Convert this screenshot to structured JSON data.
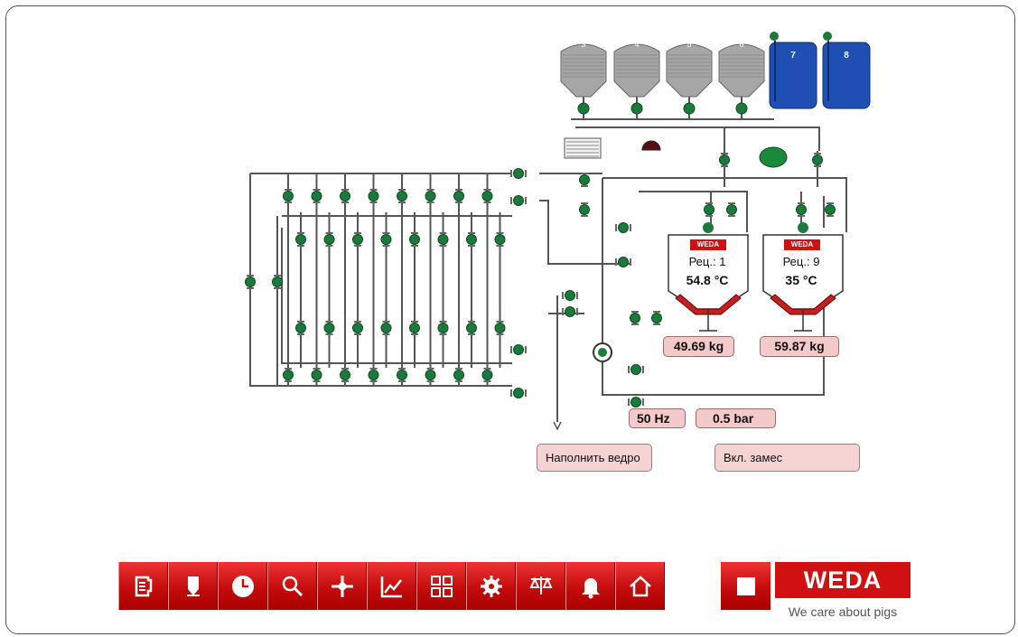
{
  "silos": [
    {
      "label": "3"
    },
    {
      "label": "4"
    },
    {
      "label": "5"
    },
    {
      "label": "6"
    }
  ],
  "tanks": [
    {
      "label": "7"
    },
    {
      "label": "8"
    }
  ],
  "mixers": [
    {
      "brand": "WEDA",
      "recipe": "Рец.: 1",
      "temperature": "54.8 °C",
      "weight": "49.69 kg"
    },
    {
      "brand": "WEDA",
      "recipe": "Рец.: 9",
      "temperature": "35 °C",
      "weight": "59.87 kg"
    }
  ],
  "pump": {
    "frequency": "50 Hz",
    "pressure": "0.5 bar"
  },
  "buttons": {
    "fill_bucket": "Наполнить ведро",
    "start_mixing": "Вкл. замес"
  },
  "toolbar": [
    {
      "name": "recipes",
      "icon": "jug-icon"
    },
    {
      "name": "silos",
      "icon": "silo-icon"
    },
    {
      "name": "timers",
      "icon": "clock-icon"
    },
    {
      "name": "search",
      "icon": "search-icon"
    },
    {
      "name": "valves",
      "icon": "valve-icon"
    },
    {
      "name": "trends",
      "icon": "chart-icon"
    },
    {
      "name": "layout",
      "icon": "grid-icon"
    },
    {
      "name": "settings",
      "icon": "gear-icon"
    },
    {
      "name": "scales",
      "icon": "scale-icon"
    },
    {
      "name": "alarms",
      "icon": "bell-icon"
    },
    {
      "name": "home",
      "icon": "home-icon"
    }
  ],
  "brand": {
    "logo": "WEDA",
    "slogan": "We care about pigs"
  },
  "colors": {
    "accent": "#d11111",
    "valve": "#1a7a3a",
    "silo": "#a6a6a6",
    "tank": "#1f4fb3",
    "readout_bg": "#f4c9c9"
  }
}
